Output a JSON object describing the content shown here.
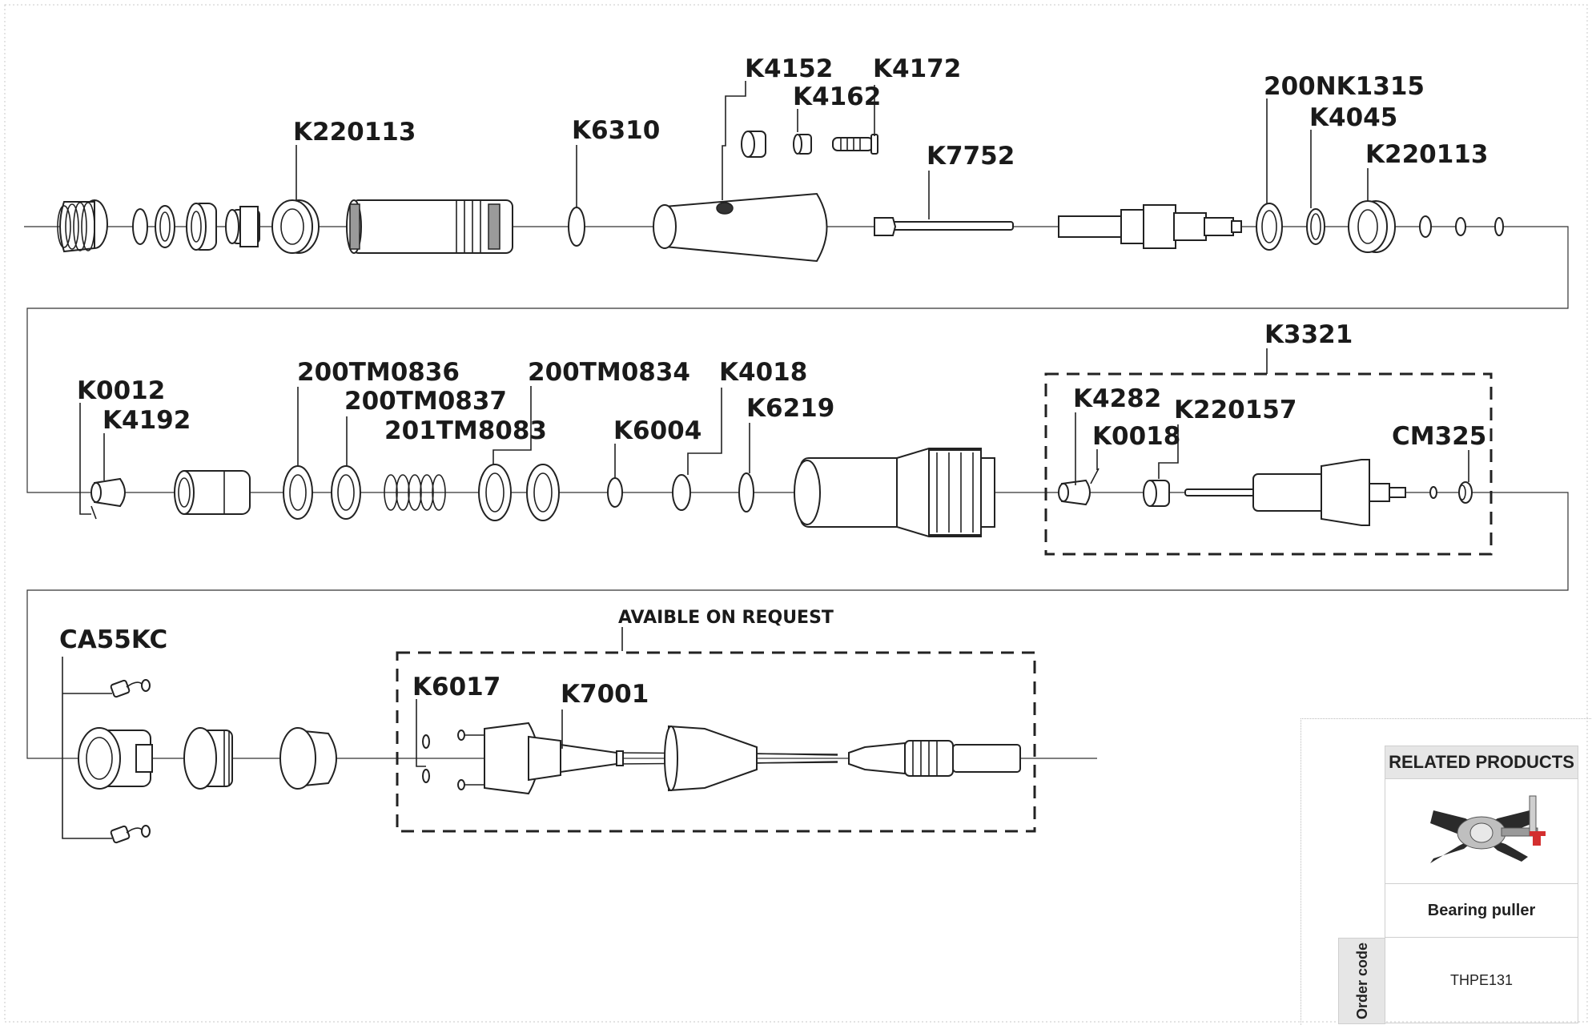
{
  "labels": {
    "row1": [
      "K220113",
      "K6310",
      "K4152",
      "K4162",
      "K4172",
      "K7752",
      "200NK1315",
      "K4045",
      "K220113"
    ],
    "row2": [
      "K0012",
      "K4192",
      "200TM0836",
      "200TM0837",
      "201TM8083",
      "200TM0834",
      "K6004",
      "K4018",
      "K6219",
      "K3321",
      "K4282",
      "K0018",
      "K220157",
      "CM325"
    ],
    "row3": [
      "CA55KC",
      "K6017",
      "K7001"
    ]
  },
  "request_note": "AVAIBLE ON REQUEST",
  "related": {
    "header": "RELATED PRODUCTS",
    "product_name": "Bearing puller",
    "code_label": "Order code",
    "order_code": "THPE131",
    "image_icon": "bearing-puller-icon"
  },
  "colors": {
    "ink": "#1a1a1a",
    "accent_red": "#d32f2f",
    "panel_header": "#e6e6e6"
  }
}
